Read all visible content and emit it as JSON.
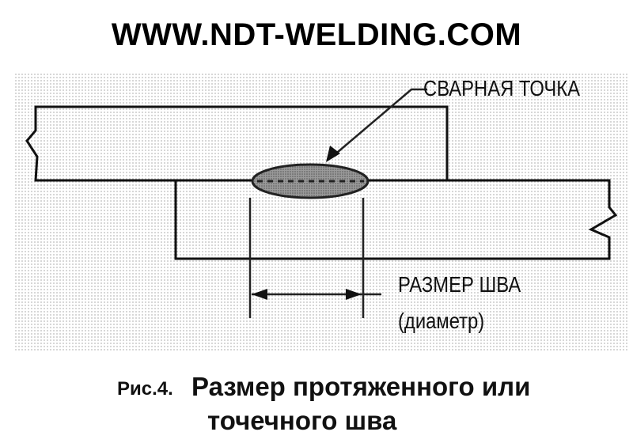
{
  "site_title": "WWW.NDT-WELDING.COM",
  "labels": {
    "weld_spot": "СВАРНАЯ ТОЧКА",
    "weld_size": "РАЗМЕР ШВА",
    "diameter": "(диаметр)"
  },
  "caption": {
    "figure_number": "Рис.4.",
    "line1": "Размер протяженного или",
    "line2": "точечного шва"
  }
}
